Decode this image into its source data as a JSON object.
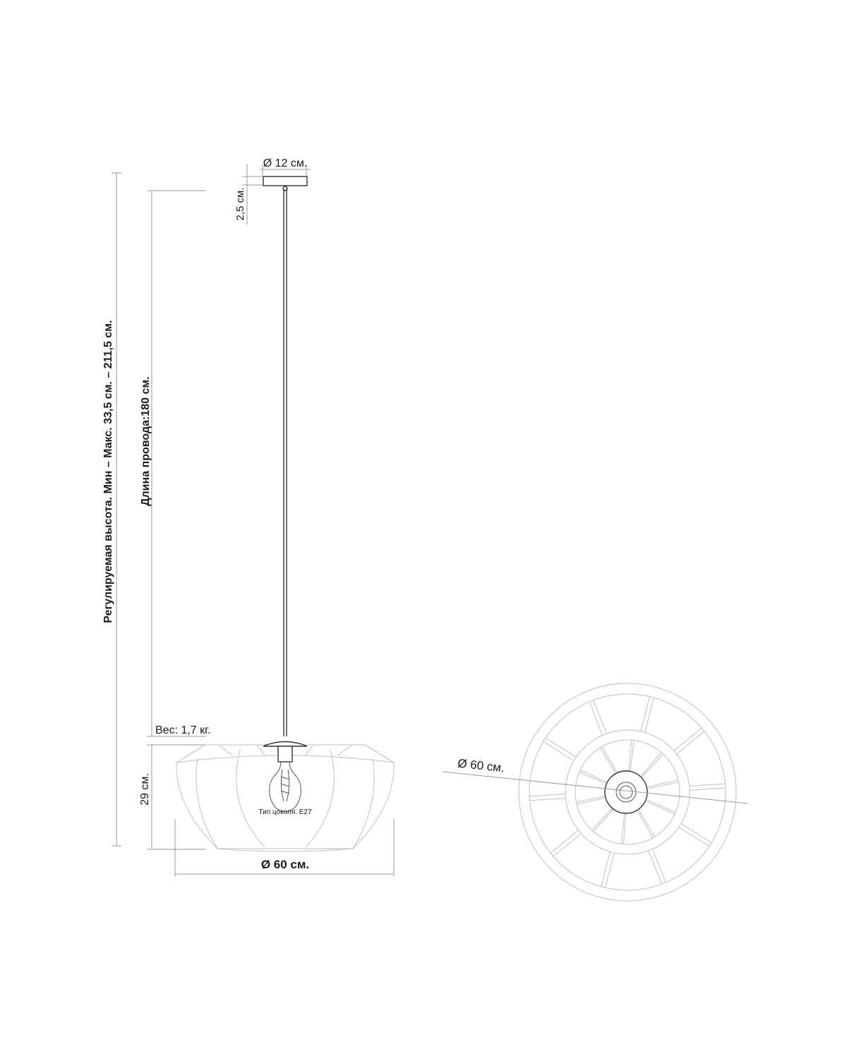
{
  "labels": {
    "canopy_diameter": "Ø 12 см.",
    "canopy_height": "2,5 см.",
    "adjustable_height": "Регулируемая высота. Мин – Макс.  33,5 см. – 211,5 см.",
    "cord_length": "Длина провода:180 см.",
    "weight": "Вес: 1,7 кг.",
    "shade_height": "29 см.",
    "socket_type": "Тип цоколя: E27",
    "shade_diameter_side": "Ø 60 см.",
    "shade_diameter_top": "Ø 60 см."
  },
  "colors": {
    "ink": "#1a1a1a",
    "dimension_line": "#9a9a9a",
    "shade_line": "#c9c9c9",
    "metal_line": "#333333"
  }
}
